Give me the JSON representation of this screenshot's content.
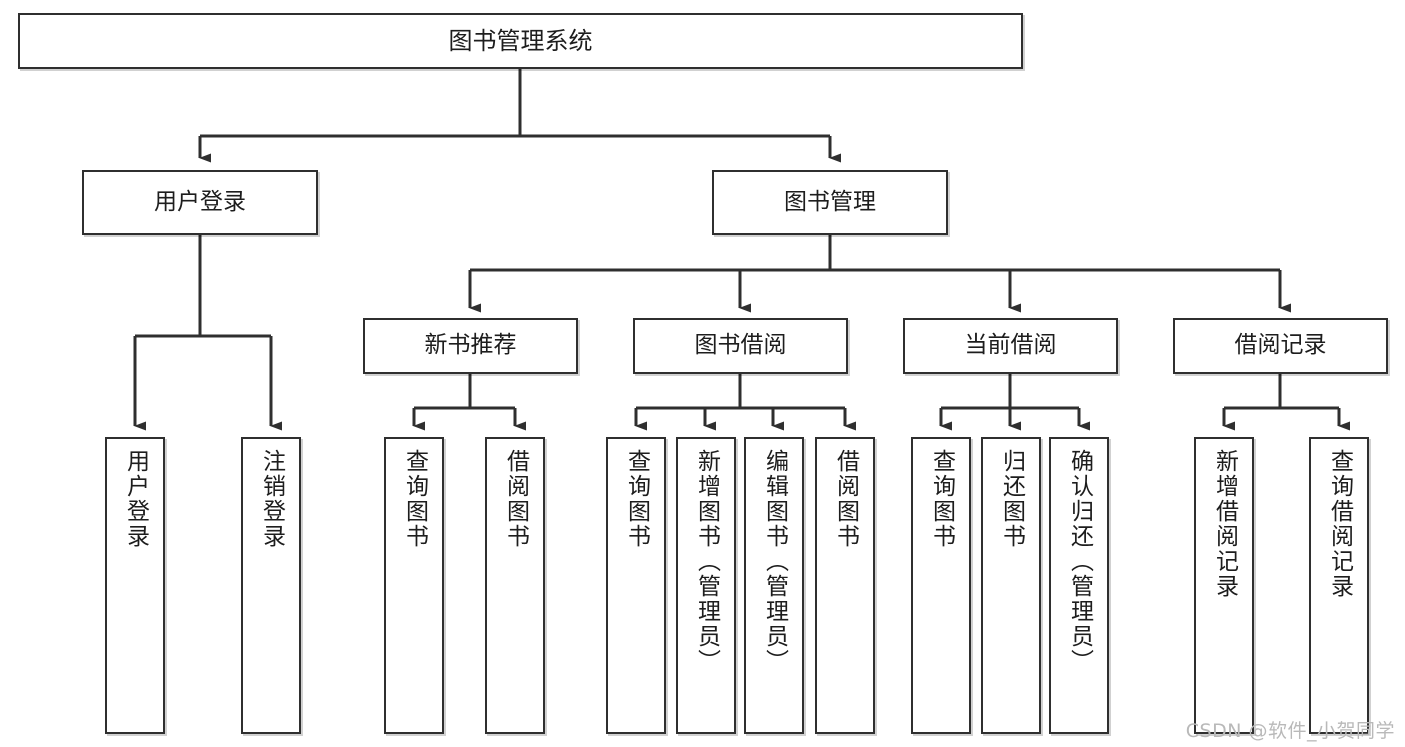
{
  "diagram": {
    "type": "tree-hierarchy",
    "title": "图书管理系统",
    "watermark": "CSDN @软件_小贺同学",
    "colors": {
      "stroke": "#2f2f2f",
      "fill": "#ffffff",
      "text": "#1d1d1d",
      "watermark": "#b9b9b9"
    },
    "levels": [
      {
        "level": 0,
        "nodes": [
          {
            "id": "root",
            "label": "图书管理系统",
            "orientation": "horizontal"
          }
        ]
      },
      {
        "level": 1,
        "nodes": [
          {
            "id": "user-login",
            "label": "用户登录",
            "orientation": "horizontal",
            "parent": "root"
          },
          {
            "id": "book-manage",
            "label": "图书管理",
            "orientation": "horizontal",
            "parent": "root"
          }
        ]
      },
      {
        "level": 2,
        "nodes": [
          {
            "id": "new-book-rec",
            "label": "新书推荐",
            "orientation": "horizontal",
            "parent": "book-manage"
          },
          {
            "id": "book-borrow",
            "label": "图书借阅",
            "orientation": "horizontal",
            "parent": "book-manage"
          },
          {
            "id": "current-borrow",
            "label": "当前借阅",
            "orientation": "horizontal",
            "parent": "book-manage"
          },
          {
            "id": "borrow-record",
            "label": "借阅记录",
            "orientation": "horizontal",
            "parent": "book-manage"
          }
        ]
      },
      {
        "level": 3,
        "nodes": [
          {
            "id": "leaf-user-login",
            "label": "用户登录",
            "orientation": "vertical",
            "parent": "user-login"
          },
          {
            "id": "leaf-user-logout",
            "label": "注销登录",
            "orientation": "vertical",
            "parent": "user-login"
          },
          {
            "id": "leaf-query-book-1",
            "label": "查询图书",
            "orientation": "vertical",
            "parent": "new-book-rec"
          },
          {
            "id": "leaf-borrow-book-1",
            "label": "借阅图书",
            "orientation": "vertical",
            "parent": "new-book-rec"
          },
          {
            "id": "leaf-query-book-2",
            "label": "查询图书",
            "orientation": "vertical",
            "parent": "book-borrow"
          },
          {
            "id": "leaf-add-book",
            "label": "新增图书（管理员）",
            "orientation": "vertical",
            "parent": "book-borrow"
          },
          {
            "id": "leaf-edit-book",
            "label": "编辑图书（管理员）",
            "orientation": "vertical",
            "parent": "book-borrow"
          },
          {
            "id": "leaf-borrow-book-2",
            "label": "借阅图书",
            "orientation": "vertical",
            "parent": "book-borrow"
          },
          {
            "id": "leaf-query-book-3",
            "label": "查询图书",
            "orientation": "vertical",
            "parent": "current-borrow"
          },
          {
            "id": "leaf-return-book",
            "label": "归还图书",
            "orientation": "vertical",
            "parent": "current-borrow"
          },
          {
            "id": "leaf-confirm-return",
            "label": "确认归还（管理员）",
            "orientation": "vertical",
            "parent": "current-borrow"
          },
          {
            "id": "leaf-add-record",
            "label": "新增借阅记录",
            "orientation": "vertical",
            "parent": "borrow-record"
          },
          {
            "id": "leaf-query-record",
            "label": "查询借阅记录",
            "orientation": "vertical",
            "parent": "borrow-record"
          }
        ]
      }
    ]
  }
}
